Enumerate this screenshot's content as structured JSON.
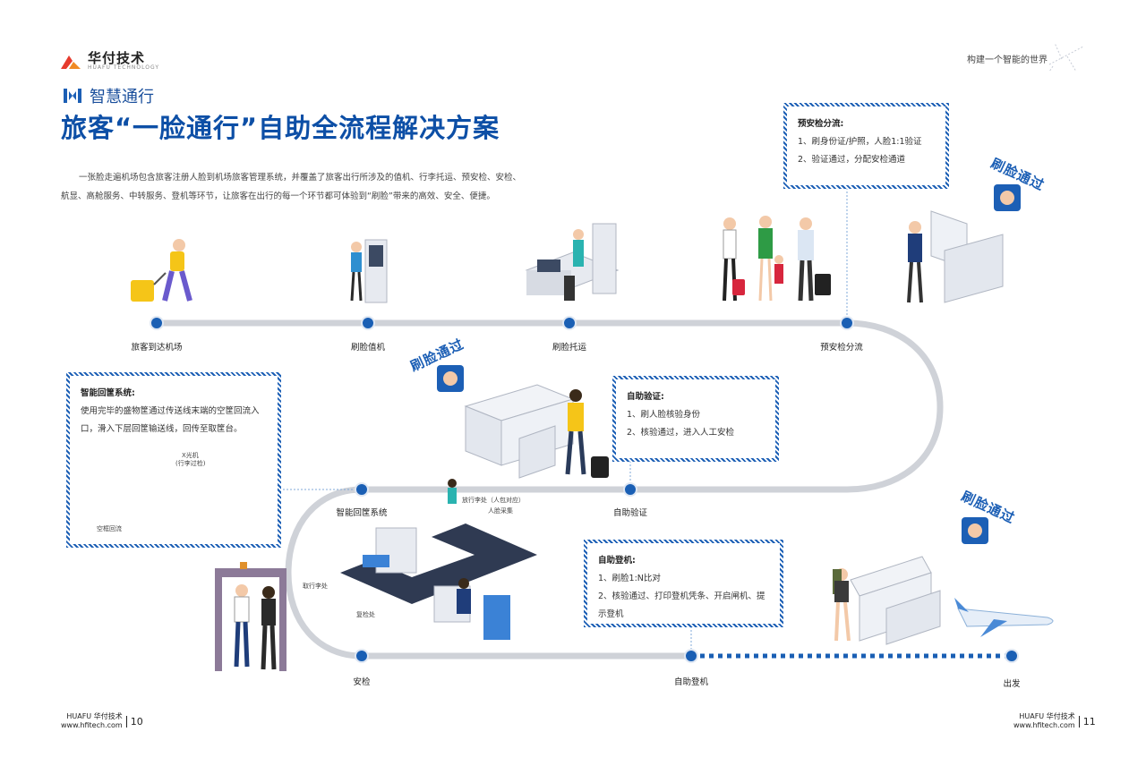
{
  "header": {
    "brand_name": "华付技术",
    "brand_en": "HUAFU TECHNOLOGY",
    "slogan": "构建一个智能的世界",
    "section": "智慧通行",
    "title": "旅客“一脸通行”自助全流程解决方案",
    "intro": "一张脸走遍机场包含旅客注册人脸到机场旅客管理系统，并覆盖了旅客出行所涉及的值机、行李托运、预安检、安检、航显、高舱服务、中转服务、登机等环节，让旅客在出行的每一个环节都可体验到“刷脸”带来的高效、安全、便捷。"
  },
  "stations": [
    {
      "label": "旅客到达机场"
    },
    {
      "label": "刷脸值机"
    },
    {
      "label": "刷脸托运"
    },
    {
      "label": "预安检分流"
    },
    {
      "label": "自助验证"
    },
    {
      "label": "智能回筐系统"
    },
    {
      "label": "安检"
    },
    {
      "label": "自助登机"
    },
    {
      "label": "出发"
    }
  ],
  "boxes": {
    "pre_check": {
      "title": "预安检分流:",
      "lines": [
        "1、刷身份证/护照，人脸1:1验证",
        "2、验证通过，分配安检通道"
      ]
    },
    "self_verify": {
      "title": "自助验证:",
      "lines": [
        "1、刷人脸核验身份",
        "2、核验通过，进入人工安检"
      ]
    },
    "basket": {
      "title": "智能回筐系统:",
      "lines": [
        "使用完毕的盛物筐通过传送线末端的空筐回流入",
        "口，滑入下层回筐输送线，回传至取筐台。"
      ]
    },
    "boarding": {
      "title": "自助登机:",
      "lines": [
        "1、刷脸1:N比对",
        "2、核验通过、打印登机凭条、开启闸机、提示登机"
      ]
    }
  },
  "face_tag": "刷脸通过",
  "small_labels": {
    "xray": "X光机",
    "xray_sub": "(行李过检)",
    "empty_return": "空框回流",
    "luggage_place": "放行李处（人包对应）",
    "face_capture": "人脸采集",
    "pickup": "取行李处",
    "recheck": "复检处"
  },
  "footer": {
    "brand": "HUAFU 华付技术",
    "site": "www.hfitech.com",
    "left_page": "10",
    "right_page": "11"
  },
  "colors": {
    "accent": "#1c5fb5",
    "title": "#0d4fa6",
    "track": "#cfd2d8",
    "dot": "#1a5fb4"
  }
}
